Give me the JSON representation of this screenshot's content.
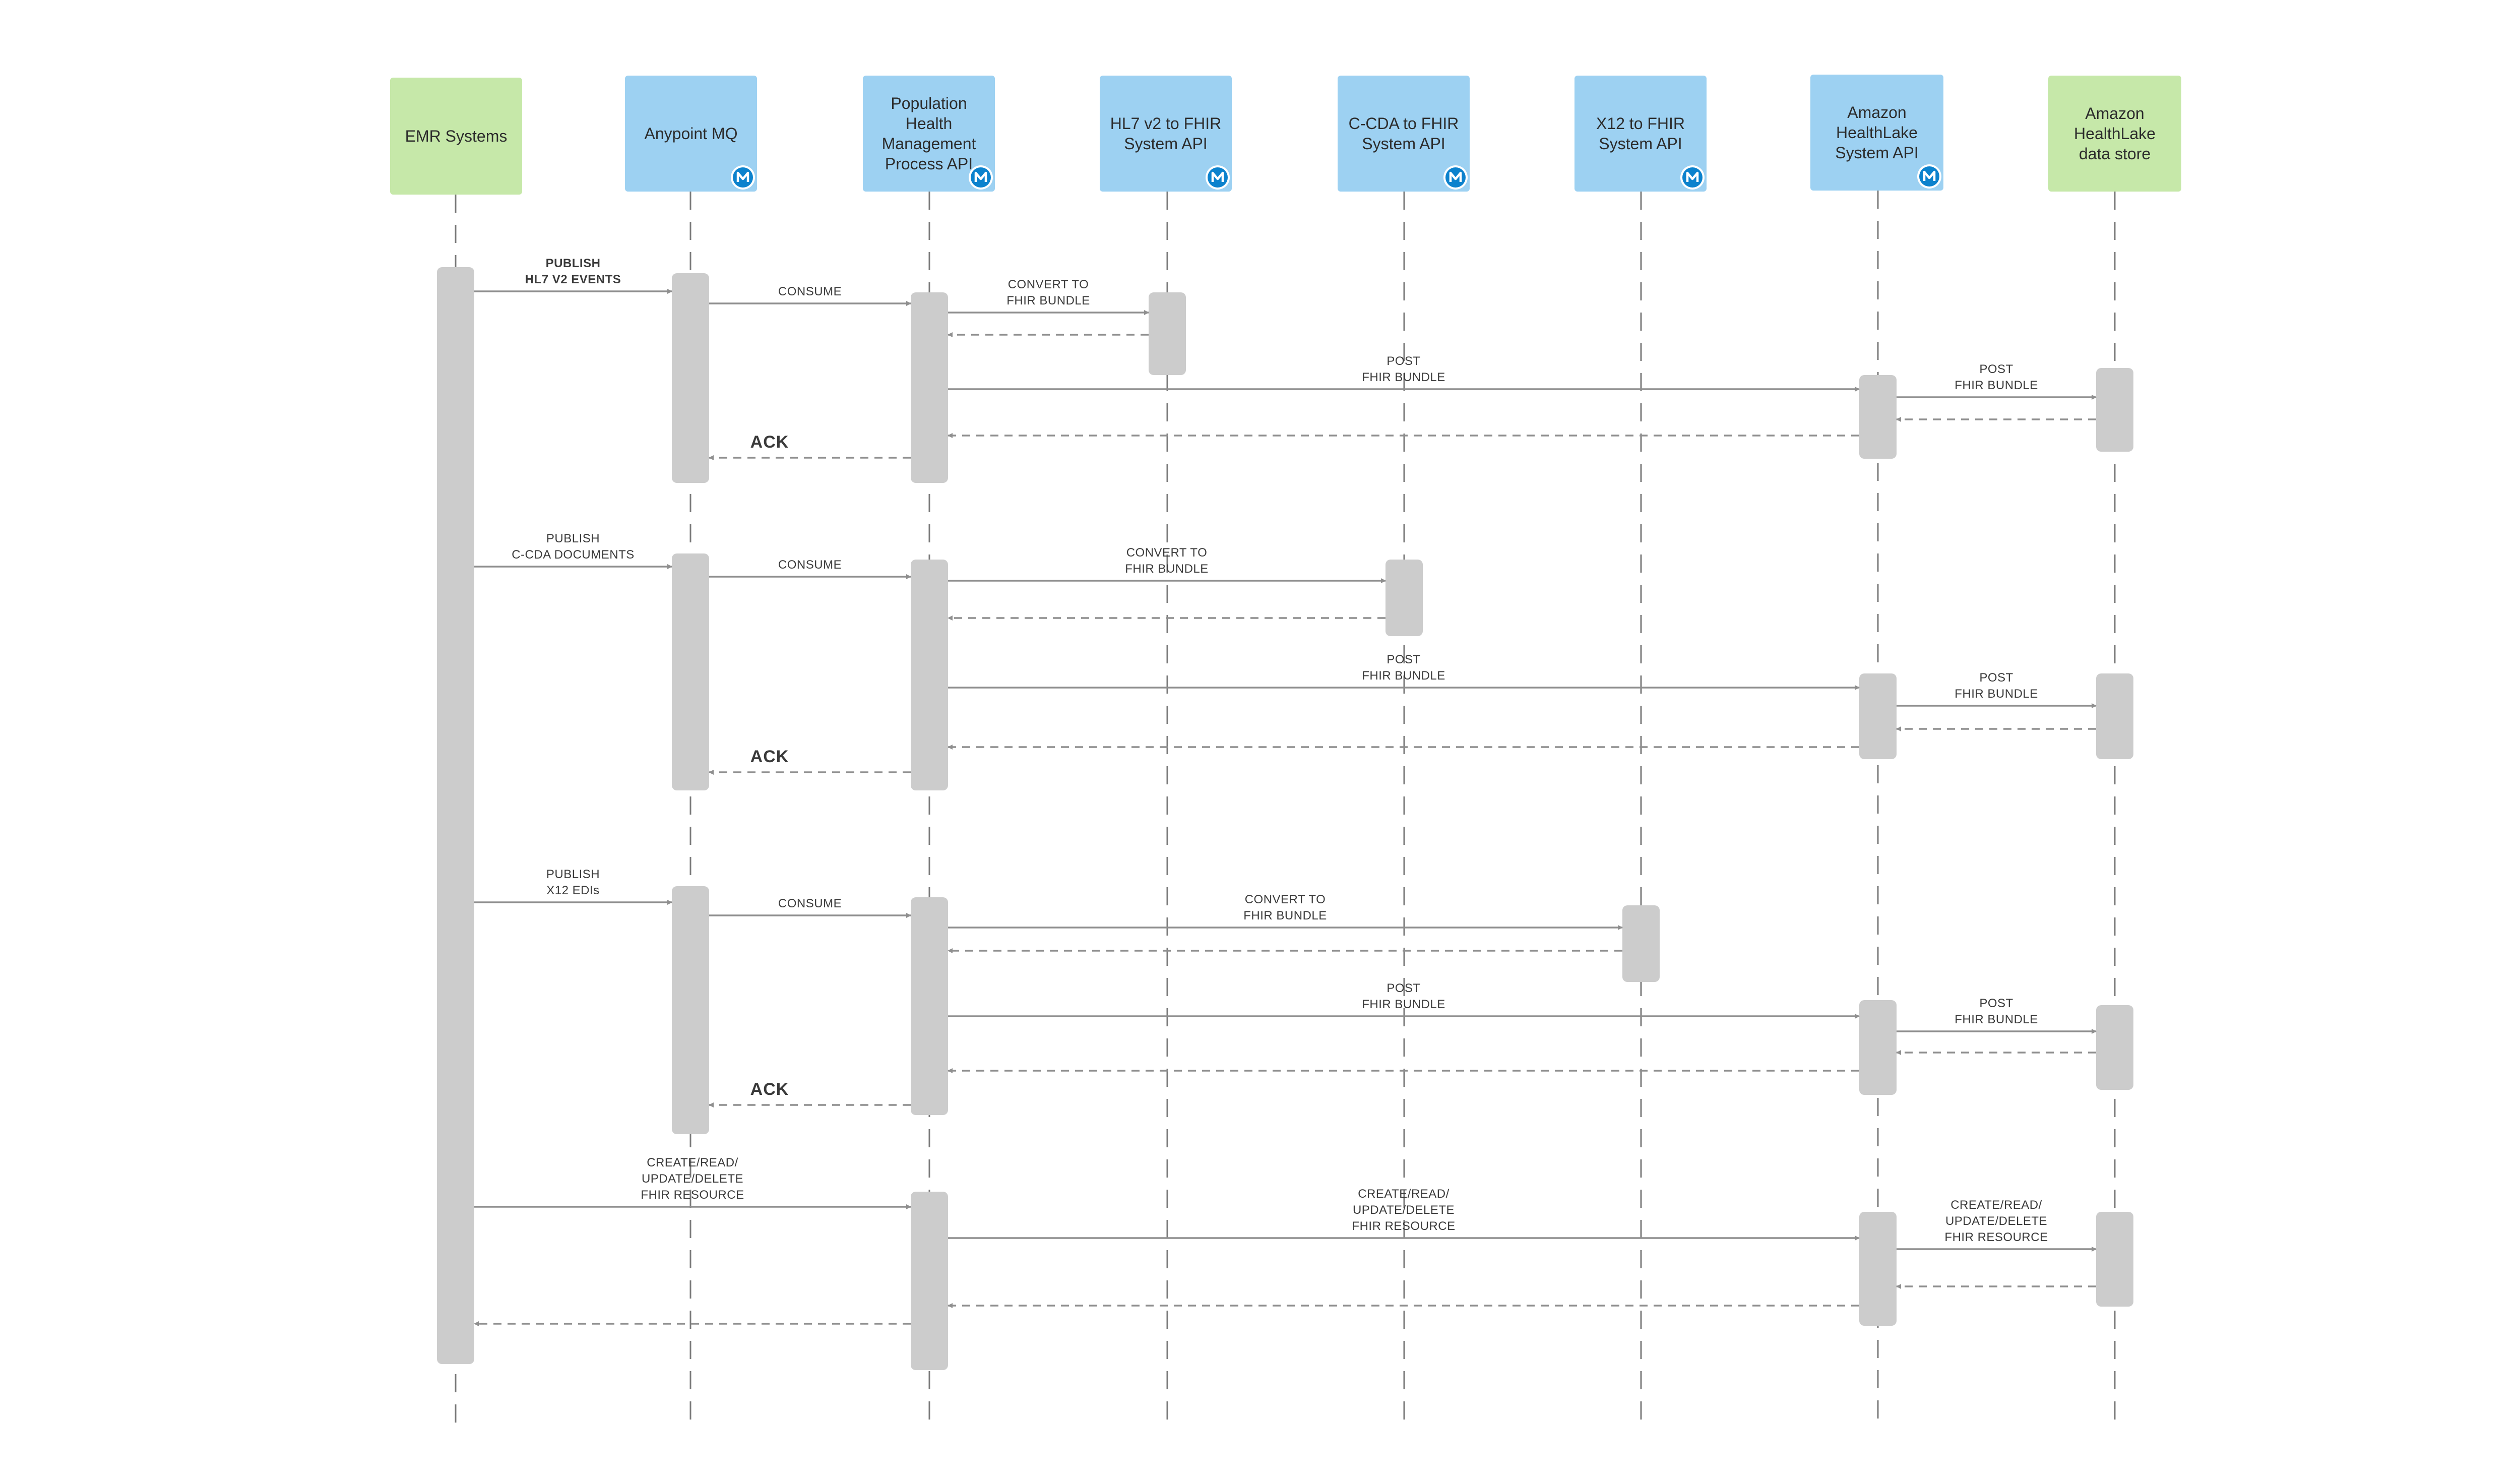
{
  "participants": [
    {
      "id": "emr",
      "lines": [
        "EMR Systems"
      ],
      "color": "#c6e8a9",
      "mule_logo": false
    },
    {
      "id": "mq",
      "lines": [
        "Anypoint MQ"
      ],
      "color": "#9dd1f2",
      "mule_logo": true
    },
    {
      "id": "phm",
      "lines": [
        "Population",
        "Health",
        "Management",
        "Process API"
      ],
      "color": "#9dd1f2",
      "mule_logo": true
    },
    {
      "id": "hl7",
      "lines": [
        "HL7 v2 to FHIR",
        "System API"
      ],
      "color": "#9dd1f2",
      "mule_logo": true
    },
    {
      "id": "ccda",
      "lines": [
        "C-CDA to FHIR",
        "System API"
      ],
      "color": "#9dd1f2",
      "mule_logo": true
    },
    {
      "id": "x12",
      "lines": [
        "X12 to FHIR",
        "System API"
      ],
      "color": "#9dd1f2",
      "mule_logo": true
    },
    {
      "id": "hlsys",
      "lines": [
        "Amazon",
        "HealthLake",
        "System API"
      ],
      "color": "#9dd1f2",
      "mule_logo": true
    },
    {
      "id": "hlstore",
      "lines": [
        "Amazon",
        "HealthLake",
        "data store"
      ],
      "color": "#c6e8a9",
      "mule_logo": false
    }
  ],
  "messages": [
    {
      "from": "emr",
      "to": "mq",
      "kind": "call",
      "lines": [
        "PUBLISH",
        "HL7 V2 EVENTS"
      ],
      "bold": true
    },
    {
      "from": "mq",
      "to": "phm",
      "kind": "call",
      "lines": [
        "CONSUME"
      ]
    },
    {
      "from": "phm",
      "to": "hl7",
      "kind": "call",
      "lines": [
        "CONVERT TO",
        "FHIR BUNDLE"
      ]
    },
    {
      "from": "hl7",
      "to": "phm",
      "kind": "return",
      "lines": []
    },
    {
      "from": "phm",
      "to": "hlsys",
      "kind": "call",
      "lines": [
        "POST",
        "FHIR BUNDLE"
      ]
    },
    {
      "from": "hlsys",
      "to": "hlstore",
      "kind": "call",
      "lines": [
        "POST",
        "FHIR BUNDLE"
      ]
    },
    {
      "from": "hlstore",
      "to": "hlsys",
      "kind": "return",
      "lines": []
    },
    {
      "from": "hlsys",
      "to": "phm",
      "kind": "return",
      "lines": []
    },
    {
      "from": "phm",
      "to": "mq",
      "kind": "return",
      "lines": [
        "ACK"
      ],
      "ack": true
    },
    {
      "from": "emr",
      "to": "mq",
      "kind": "call",
      "lines": [
        "PUBLISH",
        "C-CDA DOCUMENTS"
      ]
    },
    {
      "from": "mq",
      "to": "phm",
      "kind": "call",
      "lines": [
        "CONSUME"
      ]
    },
    {
      "from": "phm",
      "to": "ccda",
      "kind": "call",
      "lines": [
        "CONVERT TO",
        "FHIR BUNDLE"
      ]
    },
    {
      "from": "ccda",
      "to": "phm",
      "kind": "return",
      "lines": []
    },
    {
      "from": "phm",
      "to": "hlsys",
      "kind": "call",
      "lines": [
        "POST",
        "FHIR BUNDLE"
      ]
    },
    {
      "from": "hlsys",
      "to": "hlstore",
      "kind": "call",
      "lines": [
        "POST",
        "FHIR BUNDLE"
      ]
    },
    {
      "from": "hlstore",
      "to": "hlsys",
      "kind": "return",
      "lines": []
    },
    {
      "from": "hlsys",
      "to": "phm",
      "kind": "return",
      "lines": []
    },
    {
      "from": "phm",
      "to": "mq",
      "kind": "return",
      "lines": [
        "ACK"
      ],
      "ack": true
    },
    {
      "from": "emr",
      "to": "mq",
      "kind": "call",
      "lines": [
        "PUBLISH",
        "X12 EDIs"
      ]
    },
    {
      "from": "mq",
      "to": "phm",
      "kind": "call",
      "lines": [
        "CONSUME"
      ]
    },
    {
      "from": "phm",
      "to": "x12",
      "kind": "call",
      "lines": [
        "CONVERT TO",
        "FHIR BUNDLE"
      ]
    },
    {
      "from": "x12",
      "to": "phm",
      "kind": "return",
      "lines": []
    },
    {
      "from": "phm",
      "to": "hlsys",
      "kind": "call",
      "lines": [
        "POST",
        "FHIR BUNDLE"
      ]
    },
    {
      "from": "hlsys",
      "to": "hlstore",
      "kind": "call",
      "lines": [
        "POST",
        "FHIR BUNDLE"
      ]
    },
    {
      "from": "hlstore",
      "to": "hlsys",
      "kind": "return",
      "lines": []
    },
    {
      "from": "hlsys",
      "to": "phm",
      "kind": "return",
      "lines": []
    },
    {
      "from": "phm",
      "to": "mq",
      "kind": "return",
      "lines": [
        "ACK"
      ],
      "ack": true
    },
    {
      "from": "emr",
      "to": "phm",
      "kind": "call",
      "lines": [
        "CREATE/READ/",
        "UPDATE/DELETE",
        "FHIR RESOURCE"
      ]
    },
    {
      "from": "phm",
      "to": "hlsys",
      "kind": "call",
      "lines": [
        "CREATE/READ/",
        "UPDATE/DELETE",
        "FHIR RESOURCE"
      ]
    },
    {
      "from": "hlsys",
      "to": "hlstore",
      "kind": "call",
      "lines": [
        "CREATE/READ/",
        "UPDATE/DELETE",
        "FHIR RESOURCE"
      ]
    },
    {
      "from": "hlstore",
      "to": "hlsys",
      "kind": "return",
      "lines": []
    },
    {
      "from": "hlsys",
      "to": "phm",
      "kind": "return",
      "lines": []
    },
    {
      "from": "phm",
      "to": "emr",
      "kind": "return",
      "lines": []
    }
  ]
}
